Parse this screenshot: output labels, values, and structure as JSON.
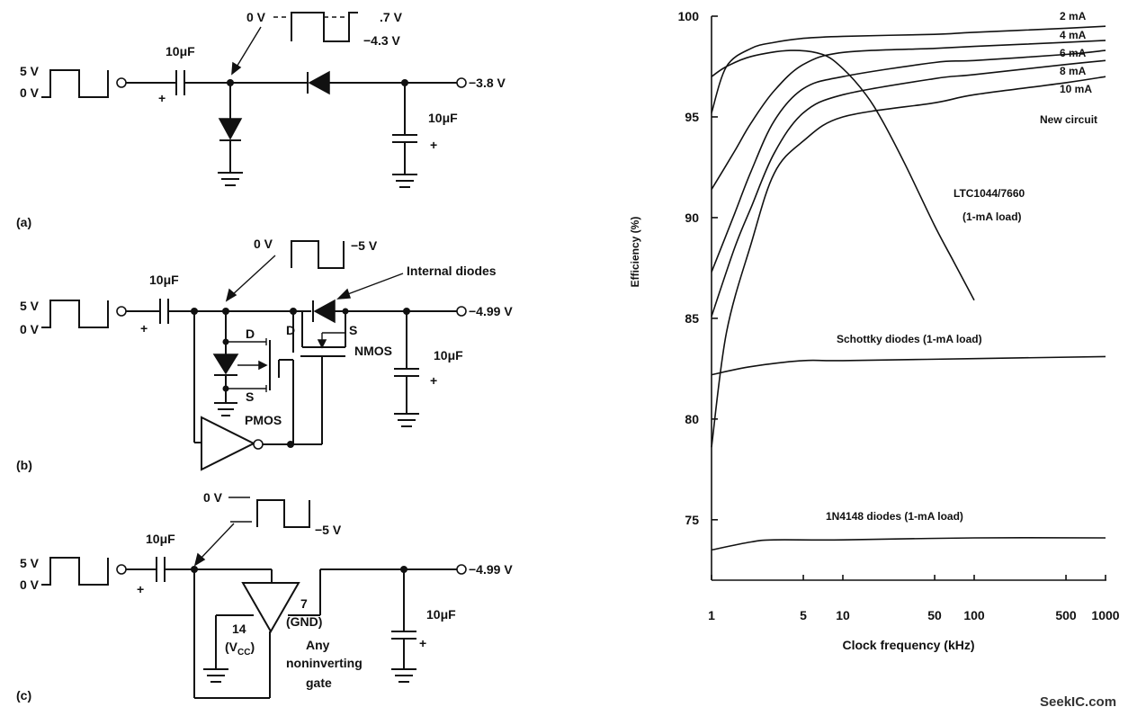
{
  "circuit_a": {
    "tag": "(a)",
    "input_high": "5 V",
    "input_low": "0 V",
    "cap_in": "10μF",
    "cap_in_pol": "+",
    "wave_low": "0 V",
    "wave_high": ".7 V",
    "wave_neg": "−4.3 V",
    "output": "−3.8 V",
    "cap_out": "10μF",
    "cap_out_pol": "+"
  },
  "circuit_b": {
    "tag": "(b)",
    "input_high": "5 V",
    "input_low": "0 V",
    "cap_in": "10μF",
    "cap_in_pol": "+",
    "wave_low": "0 V",
    "wave_neg": "−5 V",
    "internal": "Internal diodes",
    "output": "−4.99 V",
    "cap_out": "10μF",
    "cap_out_pol": "+",
    "pmos_d": "D",
    "pmos_s": "S",
    "pmos": "PMOS",
    "nmos_d": "D",
    "nmos_s": "S",
    "nmos": "NMOS"
  },
  "circuit_c": {
    "tag": "(c)",
    "input_high": "5 V",
    "input_low": "0 V",
    "cap_in": "10μF",
    "cap_in_pol": "+",
    "wave_low": "0 V",
    "wave_neg": "−5 V",
    "output": "−4.99 V",
    "cap_out": "10μF",
    "cap_out_pol": "+",
    "pin14": "14",
    "vcc": "(V",
    "vcc_sub": "CC",
    "vcc_close": ")",
    "pin7": "7",
    "gnd": "(GND)",
    "gate1": "Any",
    "gate2": "noninverting",
    "gate3": "gate"
  },
  "chart_data": {
    "type": "line",
    "xlabel": "Clock frequency (kHz)",
    "ylabel": "Efficiency (%)",
    "x_scale": "log",
    "xlim": [
      1,
      1000
    ],
    "ylim": [
      72,
      100
    ],
    "x_ticks": [
      1,
      5,
      10,
      50,
      100,
      500,
      1000
    ],
    "x_tick_labels": [
      "1",
      "5",
      "10",
      "50",
      "100",
      "500",
      "1000"
    ],
    "y_ticks": [
      75,
      80,
      85,
      90,
      95,
      100
    ],
    "y_tick_labels": [
      "75",
      "80",
      "85",
      "90",
      "95",
      "100"
    ],
    "series": [
      {
        "name": "2 mA",
        "x": [
          1,
          1.3,
          2,
          3,
          5,
          10,
          50,
          100,
          500,
          1000
        ],
        "y": [
          95.2,
          97.5,
          98.4,
          98.7,
          98.9,
          99.0,
          99.1,
          99.2,
          99.4,
          99.5
        ]
      },
      {
        "name": "4 mA",
        "x": [
          1,
          1.5,
          2,
          3,
          5,
          10,
          50,
          100,
          500,
          1000
        ],
        "y": [
          91.4,
          93.3,
          94.7,
          96.3,
          97.6,
          98.2,
          98.4,
          98.5,
          98.7,
          98.8
        ]
      },
      {
        "name": "6 mA",
        "x": [
          1,
          1.5,
          2,
          3,
          5,
          10,
          50,
          100,
          500,
          1000
        ],
        "y": [
          87.3,
          90.2,
          92.3,
          94.8,
          96.4,
          97.0,
          97.7,
          97.8,
          98.1,
          98.3
        ]
      },
      {
        "name": "8 mA",
        "x": [
          1,
          1.5,
          2,
          3,
          5,
          10,
          50,
          100,
          500,
          1000
        ],
        "y": [
          85.1,
          88.5,
          90.5,
          93.2,
          95.2,
          96.1,
          96.9,
          97.1,
          97.6,
          97.8
        ]
      },
      {
        "name": "10 mA",
        "x": [
          1,
          1.3,
          2,
          3,
          5,
          10,
          50,
          100,
          500,
          1000
        ],
        "y": [
          78.6,
          84.3,
          88.7,
          92.2,
          93.8,
          95.0,
          95.7,
          96.1,
          96.7,
          97.0
        ]
      },
      {
        "name": "LTC1044/7660 (1-mA load)",
        "x": [
          1,
          1.3,
          2,
          4,
          7,
          10,
          15,
          20,
          30,
          50,
          70,
          100
        ],
        "y": [
          97.0,
          97.5,
          98.0,
          98.3,
          98.1,
          97.4,
          96.1,
          94.8,
          92.6,
          89.6,
          87.8,
          85.9
        ]
      },
      {
        "name": "Schottky diodes (1-mA load)",
        "x": [
          1,
          2,
          5,
          10,
          100,
          1000
        ],
        "y": [
          82.2,
          82.6,
          82.9,
          82.9,
          83.0,
          83.1
        ]
      },
      {
        "name": "1N4148 diodes (1-mA load)",
        "x": [
          1,
          2,
          3,
          10,
          100,
          1000
        ],
        "y": [
          73.5,
          73.9,
          74.0,
          74.0,
          74.1,
          74.1
        ]
      }
    ],
    "annotations": {
      "legend": [
        "2 mA",
        "4 mA",
        "6 mA",
        "8 mA",
        "10 mA"
      ],
      "new_circuit": "New circuit",
      "ltc_line1": "LTC1044/7660",
      "ltc_line2": "(1-mA load)",
      "schottky": "Schottky diodes (1-mA load)",
      "n4148": "1N4148 diodes (1-mA load)"
    }
  },
  "watermark": "SeekIC.com"
}
